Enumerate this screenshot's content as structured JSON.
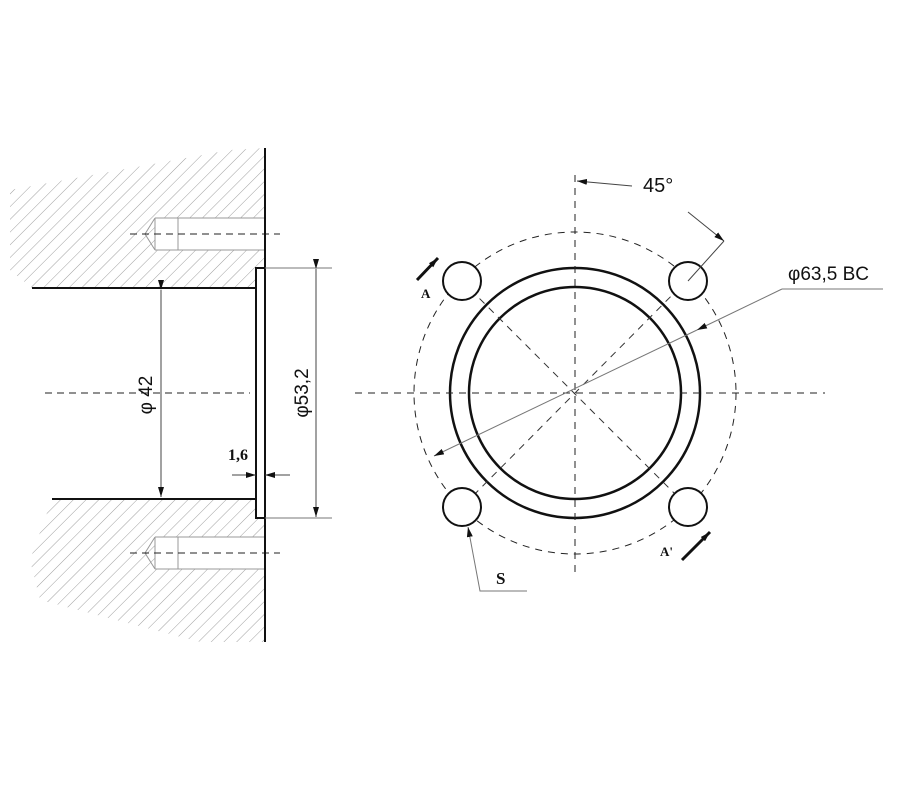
{
  "section_view": {
    "bore_diameter": "φ 42",
    "gasket_diameter": "φ53,2",
    "gasket_thickness": "1,6"
  },
  "flange_view": {
    "angle": "45°",
    "bolt_circle": "φ63,5 BC",
    "section_mark_a": "A",
    "section_mark_a_prime": "A'",
    "hole_label": "S"
  },
  "colors": {
    "line": "#1a1a1a",
    "hatch": "#9a9a9a",
    "thin": "#777777"
  }
}
